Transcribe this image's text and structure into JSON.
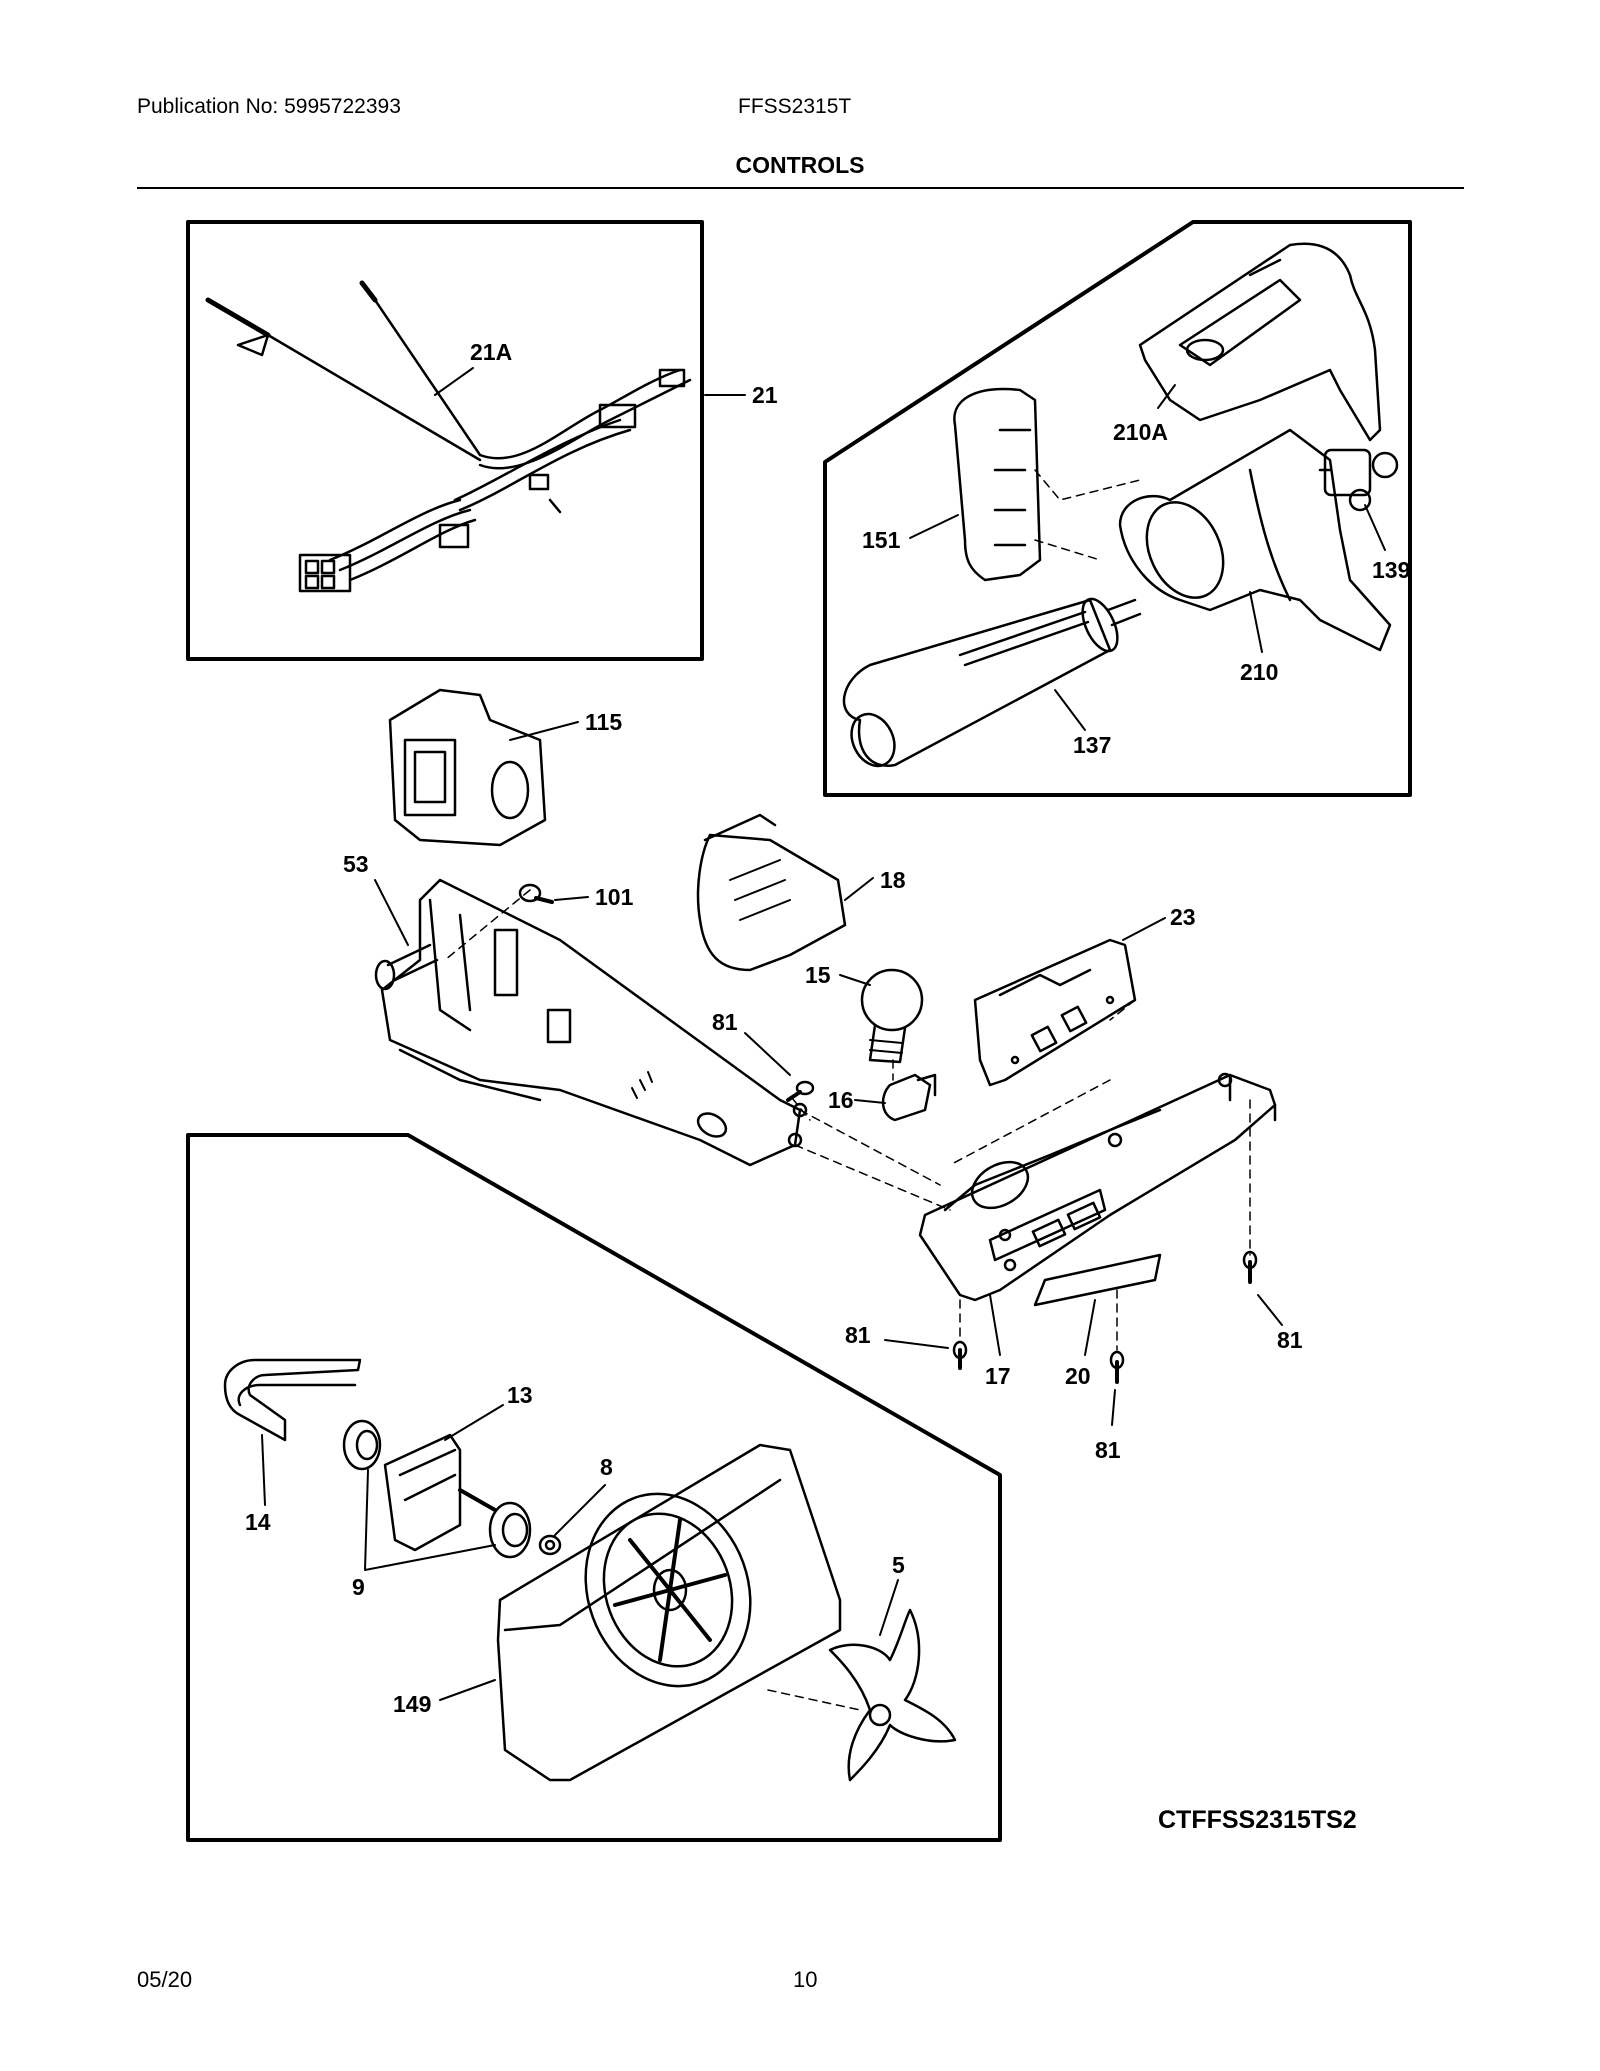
{
  "header": {
    "publication": "Publication No: 5995722393",
    "model": "FFSS2315T",
    "section_title": "CONTROLS"
  },
  "footer": {
    "date": "05/20",
    "page_number": "10"
  },
  "diagram_code": "CTFFSS2315TS2",
  "callouts": {
    "c21A": "21A",
    "c21": "21",
    "c210A": "210A",
    "c151": "151",
    "c139": "139",
    "c210": "210",
    "c137": "137",
    "c115": "115",
    "c53": "53",
    "c101": "101",
    "c18": "18",
    "c23": "23",
    "c15": "15",
    "c81a": "81",
    "c16": "16",
    "c81b": "81",
    "c17": "17",
    "c20": "20",
    "c81c": "81",
    "c81d": "81",
    "c13": "13",
    "c8": "8",
    "c14": "14",
    "c9": "9",
    "c5": "5",
    "c149": "149"
  }
}
